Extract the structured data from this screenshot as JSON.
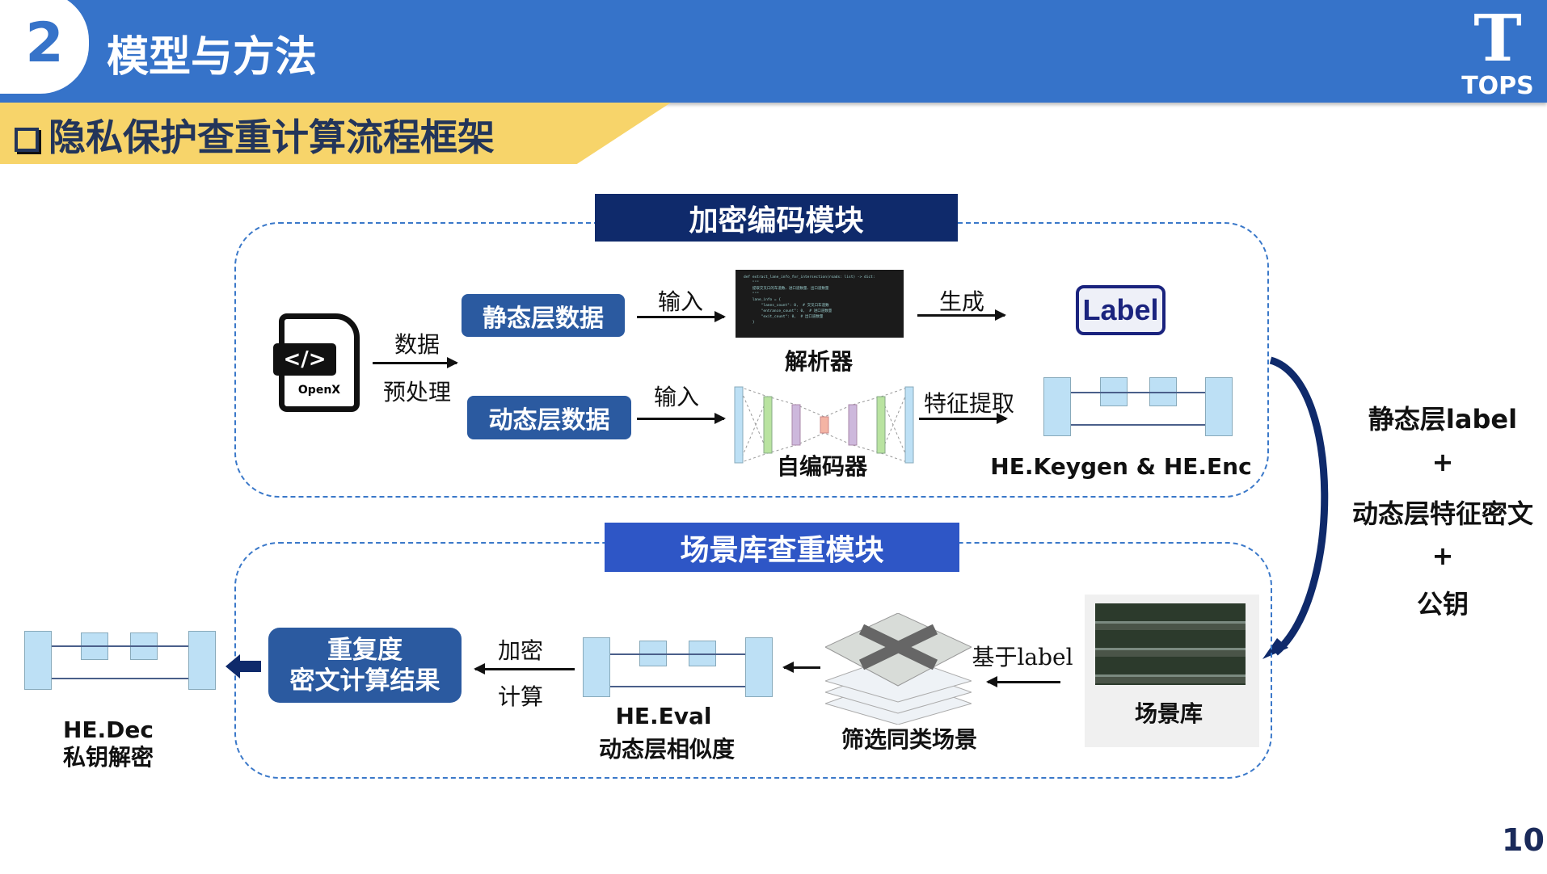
{
  "header": {
    "section_number": "2",
    "title": "模型与方法",
    "logo_text": "TOPS"
  },
  "subtitle": "隐私保护查重计算流程框架",
  "subtitle_icon": "checkbox-square-icon",
  "encode_module": {
    "title": "加密编码模块",
    "file_icon_label": "OpenX",
    "preprocess_top": "数据",
    "preprocess_bottom": "预处理",
    "static_data": "静态层数据",
    "dynamic_data": "动态层数据",
    "input_top": "输入",
    "input_bottom": "输入",
    "parser": "解析器",
    "autoencoder": "自编码器",
    "generate": "生成",
    "feature_extract": "特征提取",
    "label_logo": "Label",
    "he_keygen": "HE.Keygen & HE.Enc",
    "code_lines": [
      "def extract_lane_info_for_intersection(roads: list) -> dict:",
      "    \"\"\"",
      "    提取交叉口的车道数、进口道数量、出口道数量",
      "    \"\"\"",
      "    lane_info = {",
      "        \"lanes_count\": 0,  # 交叉口车道数",
      "        \"entrance_count\": 0,  # 进口道数量",
      "        \"exit_count\": 0,  # 出口道数量",
      "    }"
    ]
  },
  "side_note": {
    "line1": "静态层label",
    "plus1": "+",
    "line2": "动态层特征密文",
    "plus2": "+",
    "line3": "公钥"
  },
  "dedup_module": {
    "title": "场景库查重模块",
    "scene_library": "场景库",
    "based_on_label": "基于label",
    "filter_scenes": "筛选同类场景",
    "he_eval": "HE.Eval",
    "dynamic_similarity": "动态层相似度",
    "encrypt": "加密",
    "compute": "计算",
    "result_line1": "重复度",
    "result_line2": "密文计算结果",
    "he_dec": "HE.Dec",
    "private_key_decrypt": "私钥解密"
  },
  "page_number": "10"
}
